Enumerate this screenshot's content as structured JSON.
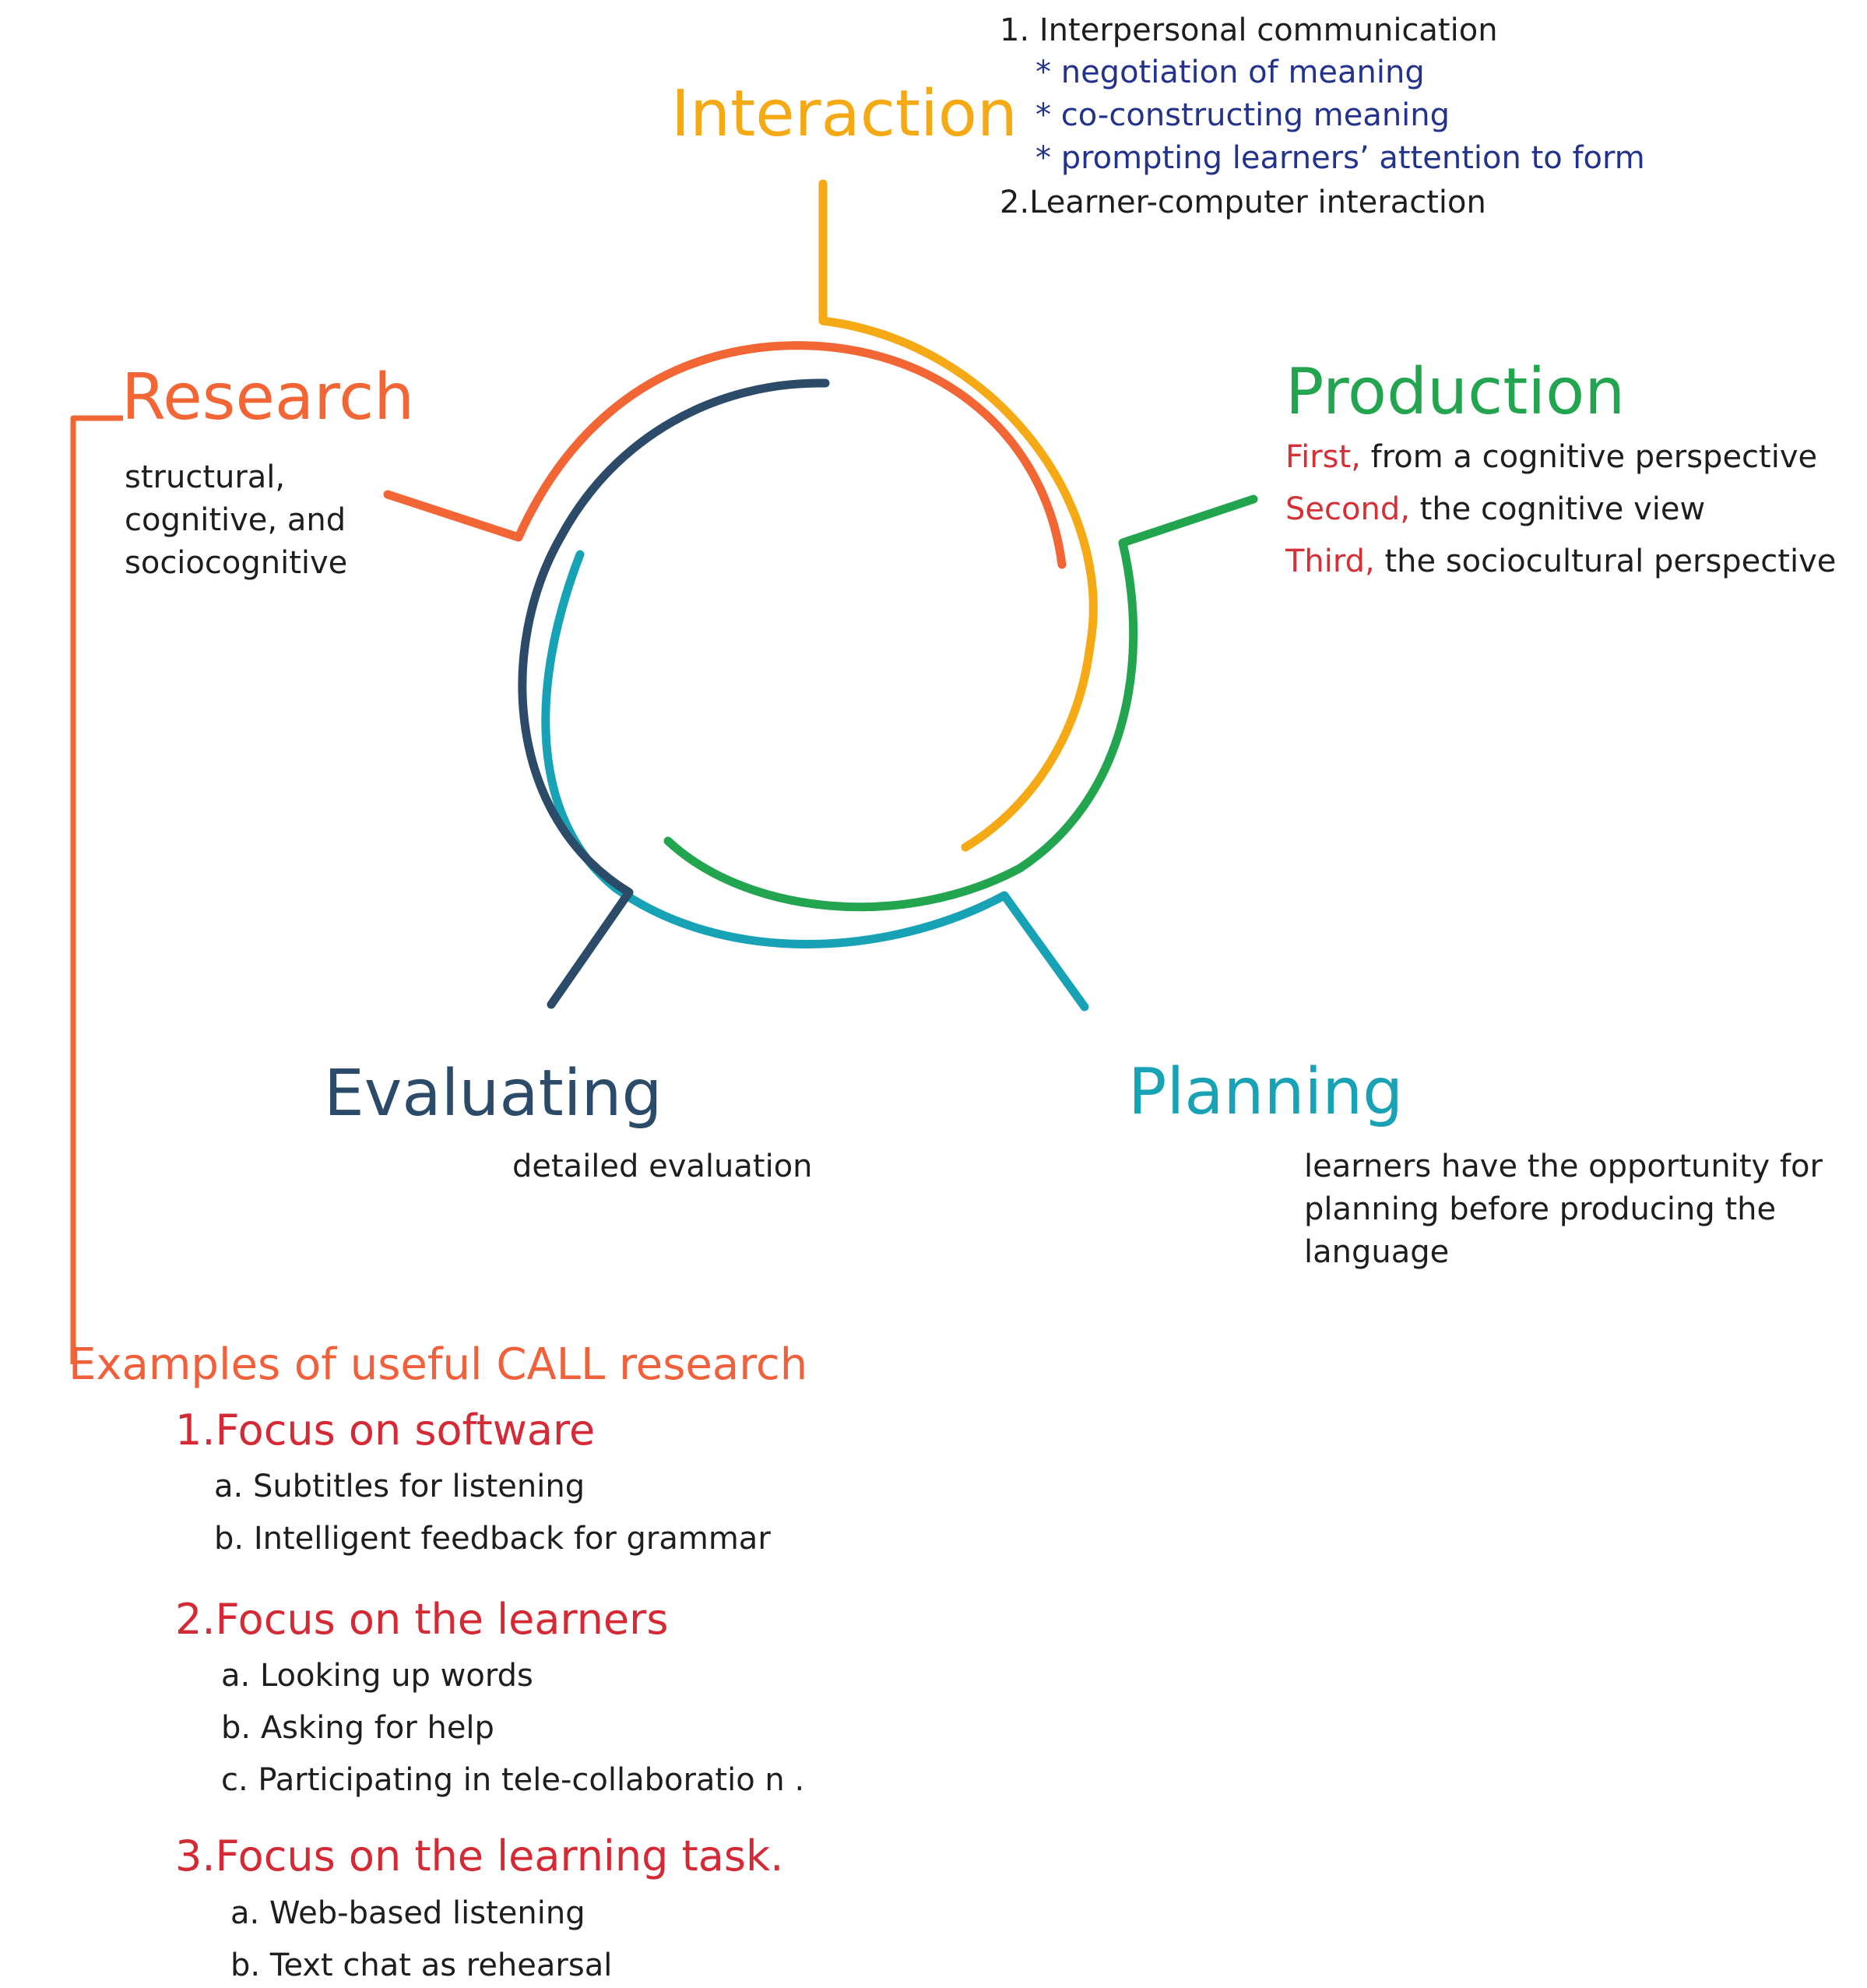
{
  "colors": {
    "interaction": "#f5a915",
    "production": "#23a550",
    "planning": "#17a2b6",
    "evaluating": "#2c4b69",
    "research": "#f26535",
    "red_heading": "#d42a36",
    "navy_text": "#23338c",
    "body_text": "#1e1e1e"
  },
  "interaction": {
    "title": "Interaction",
    "items": [
      "1. Interpersonal communication",
      "*  negotiation of meaning",
      "*  co-constructing meaning",
      "*  prompting learners’ attention to form",
      "2.Learner-computer interaction"
    ]
  },
  "production": {
    "title": "Production",
    "lines": [
      {
        "prefix": "First,",
        "text": " from a cognitive perspective"
      },
      {
        "prefix": "Second,",
        "text": " the cognitive view"
      },
      {
        "prefix": "Third,",
        "text": " the sociocultural perspective"
      }
    ]
  },
  "research": {
    "title": "Research",
    "lines": [
      "structural,",
      "cognitive, and",
      "sociocognitive"
    ]
  },
  "evaluating": {
    "title": "Evaluating",
    "text": "detailed evaluation"
  },
  "planning": {
    "title": "Planning",
    "lines": [
      "learners have the opportunity for",
      "planning before producing the",
      "language"
    ]
  },
  "examples": {
    "title": "Examples of useful CALL research",
    "groups": [
      {
        "heading": "1.Focus on software",
        "items": [
          "a. Subtitles for listening",
          "b. Intelligent feedback for grammar"
        ]
      },
      {
        "heading": "2.Focus on the learners",
        "items": [
          "a. Looking up words",
          "b. Asking for help",
          "c. Participating in tele-collaboratio n ."
        ]
      },
      {
        "heading": "3.Focus on the learning task.",
        "items": [
          "a. Web-based listening",
          "b. Text chat as rehearsal"
        ]
      }
    ]
  }
}
